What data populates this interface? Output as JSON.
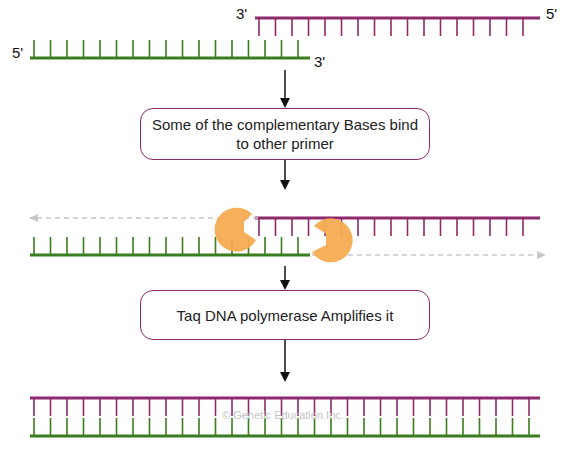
{
  "diagram": {
    "nodes": [
      {
        "text": [
          "Some of the complementary Bases bind to other primer"
        ]
      },
      {
        "text": [
          "Taq DNA polymerase Amplifies it"
        ]
      }
    ],
    "labels": [
      "5'",
      "3'",
      "3'",
      "5'",
      "© Genetic Education Inc."
    ]
  }
}
